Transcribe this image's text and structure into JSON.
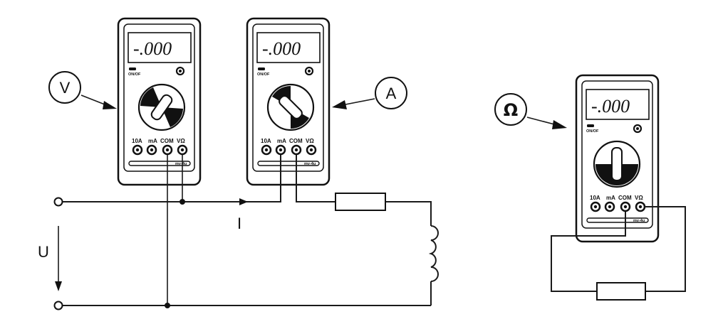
{
  "meters": [
    {
      "display": "-.000",
      "power_label": "ON/OF",
      "terminals": [
        "10A",
        "mA",
        "COM",
        "VΩ"
      ],
      "brand": "mv-4u"
    },
    {
      "display": "-.000",
      "power_label": "ON/OF",
      "terminals": [
        "10A",
        "mA",
        "COM",
        "VΩ"
      ],
      "brand": "mv-4u"
    },
    {
      "display": "-.000",
      "power_label": "ON/OF",
      "terminals": [
        "10A",
        "mA",
        "COM",
        "VΩ"
      ],
      "brand": "mv-4u"
    }
  ],
  "labels": {
    "voltmeter": "V",
    "ammeter": "A",
    "ohmmeter": "Ω",
    "current": "I",
    "voltage": "U"
  }
}
